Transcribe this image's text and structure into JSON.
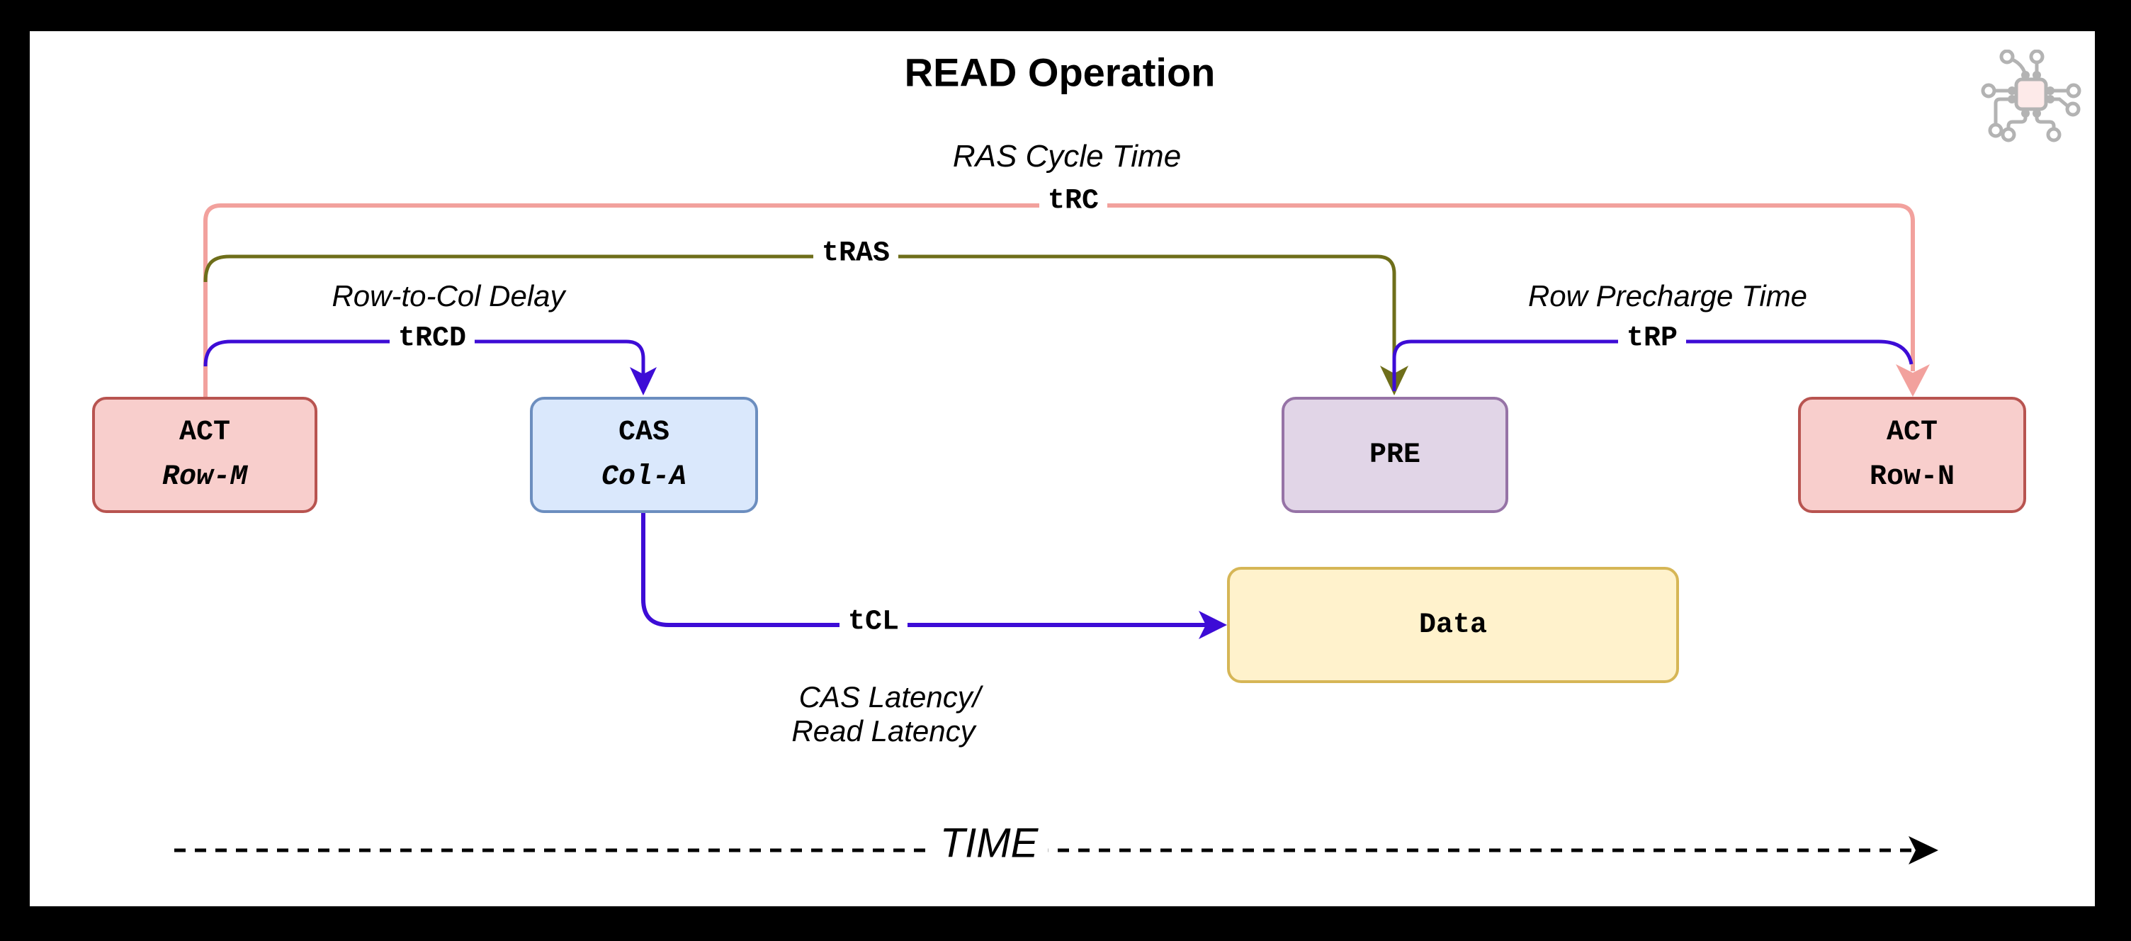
{
  "title": "READ Operation",
  "nodes": {
    "act_row_m": {
      "line1": "ACT",
      "line2": "Row-M"
    },
    "cas_col_a": {
      "line1": "CAS",
      "line2": "Col-A"
    },
    "pre": {
      "line1": "PRE"
    },
    "act_row_n": {
      "line1": "ACT",
      "line2": "Row-N"
    },
    "data": {
      "line1": "Data"
    }
  },
  "timing_labels": {
    "trc": "tRC",
    "tras": "tRAS",
    "trcd": "tRCD",
    "trp": "tRP",
    "tcl": "tCL"
  },
  "annotations": {
    "ras_cycle_time": "RAS Cycle Time",
    "row_to_col_delay": "Row-to-Col Delay",
    "row_precharge_time": "Row Precharge Time",
    "cas_latency_line1": "CAS Latency/",
    "cas_latency_line2": "Read Latency",
    "time_axis": "TIME"
  },
  "icons": {
    "top_right": "chip-icon"
  },
  "colors": {
    "frame": "#000000",
    "background": "#ffffff",
    "trc_line": "#f2a19d",
    "tras_line": "#6e6e1a",
    "indigo_line": "#3d0cd6",
    "act_fill": "#f8cecc",
    "act_stroke": "#b85450",
    "cas_fill": "#dae8fc",
    "cas_stroke": "#6c8ebf",
    "pre_fill": "#e1d5e7",
    "pre_stroke": "#9673a6",
    "data_fill": "#fff2cc",
    "data_stroke": "#d6b656",
    "icon_gray": "#b3b3b3",
    "time_axis": "#000000"
  }
}
